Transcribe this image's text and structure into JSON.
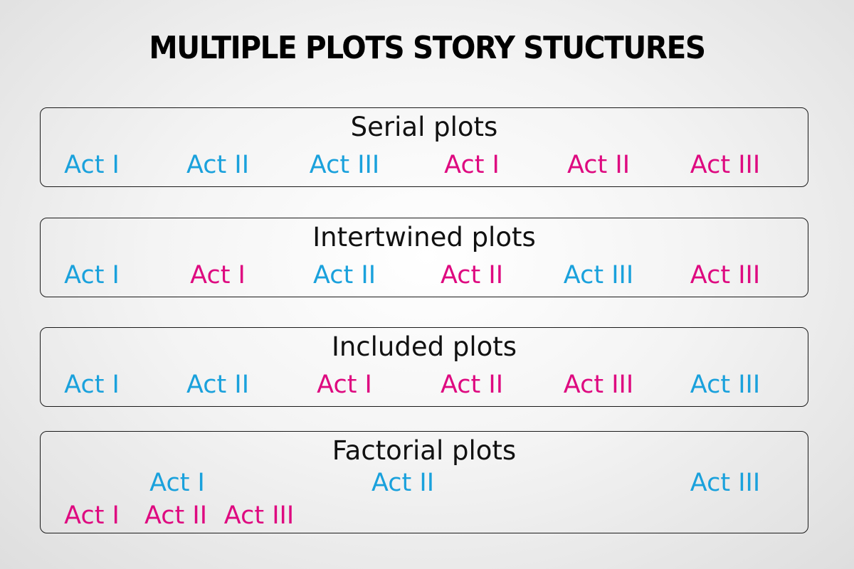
{
  "title": "MULTIPLE PLOTS STORY STUCTURES",
  "colors": {
    "plot_a": "#1aa1dc",
    "plot_b": "#de0a80",
    "border": "#1a1a1a"
  },
  "panels": [
    {
      "title": "Serial plots",
      "acts": [
        {
          "label": "Act I",
          "color": "plot_a"
        },
        {
          "label": "Act II",
          "color": "plot_a"
        },
        {
          "label": "Act III",
          "color": "plot_a"
        },
        {
          "label": "Act I",
          "color": "plot_b"
        },
        {
          "label": "Act II",
          "color": "plot_b"
        },
        {
          "label": "Act III",
          "color": "plot_b"
        }
      ]
    },
    {
      "title": "Intertwined plots",
      "acts": [
        {
          "label": "Act I",
          "color": "plot_a"
        },
        {
          "label": "Act I",
          "color": "plot_b"
        },
        {
          "label": "Act II",
          "color": "plot_a"
        },
        {
          "label": "Act II",
          "color": "plot_b"
        },
        {
          "label": "Act III",
          "color": "plot_a"
        },
        {
          "label": "Act III",
          "color": "plot_b"
        }
      ]
    },
    {
      "title": "Included plots",
      "acts": [
        {
          "label": "Act I",
          "color": "plot_a"
        },
        {
          "label": "Act II",
          "color": "plot_a"
        },
        {
          "label": "Act I",
          "color": "plot_b"
        },
        {
          "label": "Act II",
          "color": "plot_b"
        },
        {
          "label": "Act III",
          "color": "plot_b"
        },
        {
          "label": "Act III",
          "color": "plot_a"
        }
      ]
    },
    {
      "title": "Factorial plots",
      "acts": [
        {
          "label": "Act I",
          "color": "plot_a"
        },
        {
          "label": "Act II",
          "color": "plot_a"
        },
        {
          "label": "Act III",
          "color": "plot_a"
        },
        {
          "label": "Act I",
          "color": "plot_b"
        },
        {
          "label": "Act II",
          "color": "plot_b"
        },
        {
          "label": "Act III",
          "color": "plot_b"
        }
      ]
    }
  ]
}
